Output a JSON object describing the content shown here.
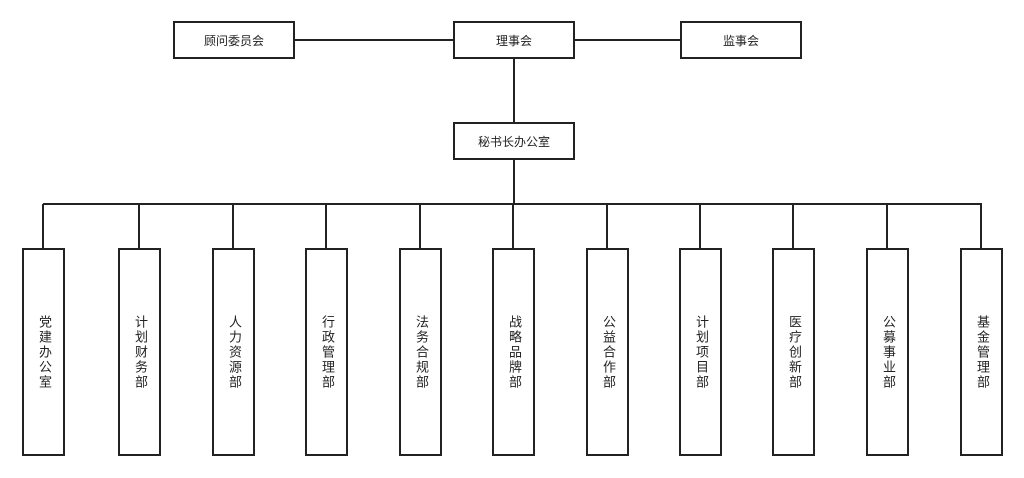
{
  "top_row": {
    "advisory": "顾问委员会",
    "council": "理事会",
    "supervisors": "监事会"
  },
  "secretariat": "秘书长办公室",
  "departments": [
    "党建办公室",
    "计划财务部",
    "人力资源部",
    "行政管理部",
    "法务合规部",
    "战略品牌部",
    "公益合作部",
    "计划项目部",
    "医疗创新部",
    "公募事业部",
    "基金管理部"
  ]
}
